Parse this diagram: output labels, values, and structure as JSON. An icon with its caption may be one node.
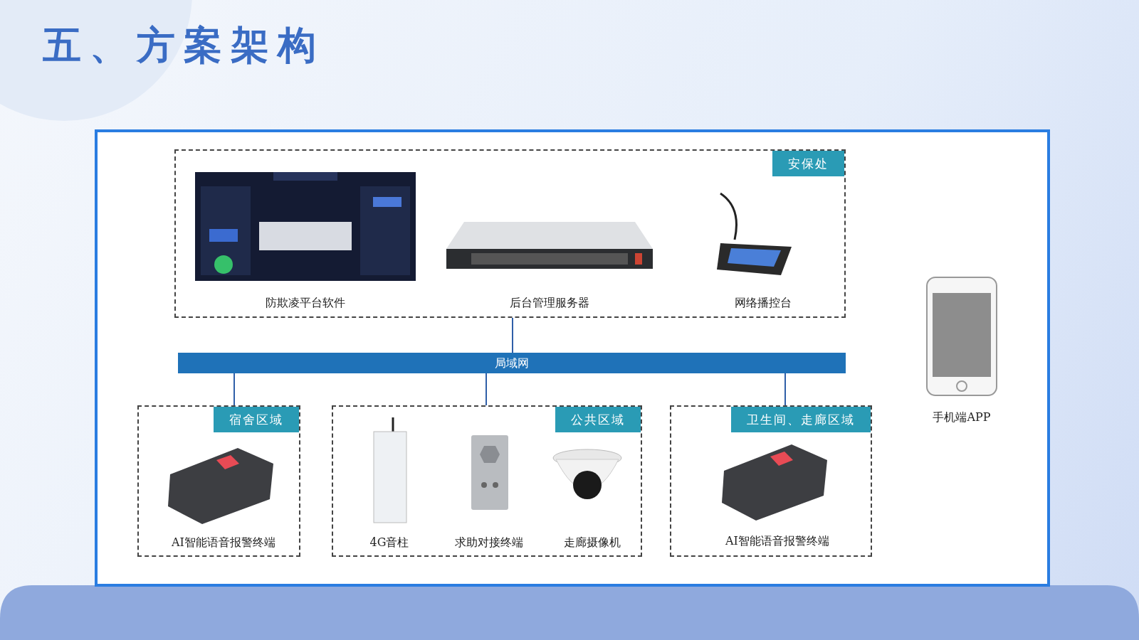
{
  "diagram": {
    "title": "五、方案架构",
    "nodes": [
      {
        "text": [
          "安保处"
        ]
      },
      {
        "text": [
          "防欺凌平台软件"
        ],
        "in": 0
      },
      {
        "text": [
          "后台管理服务器"
        ],
        "in": 0
      },
      {
        "text": [
          "网络播控台"
        ],
        "in": 0
      },
      {
        "text": [
          "局域网"
        ]
      },
      {
        "text": [
          "宿舍区域"
        ]
      },
      {
        "text": [
          "AI智能语音报警终端"
        ],
        "in": 5
      },
      {
        "text": [
          "公共区域"
        ]
      },
      {
        "text": [
          "4G音柱"
        ],
        "in": 7
      },
      {
        "text": [
          "求助对接终端"
        ],
        "in": 7
      },
      {
        "text": [
          "走廊摄像机"
        ],
        "in": 7
      },
      {
        "text": [
          "卫生间、走廊区域"
        ]
      },
      {
        "text": [
          "AI智能语音报警终端"
        ],
        "in": 11
      },
      {
        "text": [
          "手机端APP"
        ]
      }
    ],
    "edges": [
      {
        "from": 0,
        "to": 4,
        "arrow": "none"
      },
      {
        "from": 4,
        "to": 5,
        "arrow": "none"
      },
      {
        "from": 4,
        "to": 7,
        "arrow": "none"
      },
      {
        "from": 4,
        "to": 11,
        "arrow": "none"
      }
    ]
  }
}
